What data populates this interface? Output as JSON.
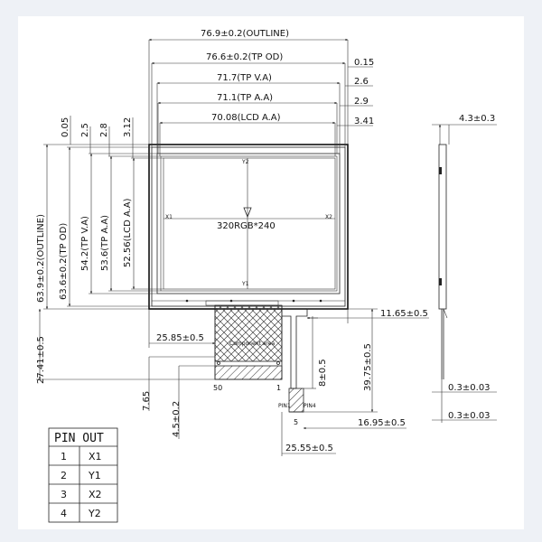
{
  "dimensions": {
    "outline_width": "76.9±0.2(OUTLINE)",
    "tp_od_width": "76.6±0.2(TP  OD)",
    "tp_va_width": "71.7(TP V.A)",
    "tp_aa_width": "71.1(TP A.A)",
    "lcd_aa_width": "70.08(LCD  A.A)",
    "right_offsets": [
      "0.15",
      "2.6",
      "2.9",
      "3.41"
    ],
    "top_offsets": [
      "0.05",
      "2.5",
      "2.8",
      "3.12"
    ],
    "outline_height": "63.9±0.2(OUTLINE)",
    "tp_od_height": "63.6±0.2(TP OD)",
    "tp_va_height": "54.2(TP V.A)",
    "tp_aa_height": "53.6(TP A.A)",
    "lcd_aa_height": "52.56(LCD A.A)",
    "thickness": "4.3±0.3",
    "fpc_right_offset": "11.65±0.5",
    "fpc_left_offset": "25.85±0.5",
    "fpc_total_length": "27.41±0.5",
    "fpc_tail_length": "39.75±0.5",
    "fpc_tail_pin": "8±0.5",
    "dim_765": "7.65",
    "dim_45": "4.5±0.2",
    "dim_1695": "16.95±0.5",
    "dim_2555": "25.55±0.5",
    "side_dim_1": "0.3±0.03",
    "side_dim_2": "0.3±0.03",
    "fpc_pin_50": "50",
    "fpc_pin_1": "1",
    "tail_pin_5": "5",
    "tail_pin1_label": "PIN1",
    "tail_pin4_label": "PIN4"
  },
  "screen": {
    "resolution": "320RGB*240",
    "x1": "X1",
    "x2": "X2",
    "y1": "Y1",
    "y2": "Y2",
    "component_label": "Component area"
  },
  "pin_out": {
    "title": "PIN OUT",
    "rows": [
      {
        "no": "1",
        "sig": "X1"
      },
      {
        "no": "2",
        "sig": "Y1"
      },
      {
        "no": "3",
        "sig": "X2"
      },
      {
        "no": "4",
        "sig": "Y2"
      }
    ]
  }
}
